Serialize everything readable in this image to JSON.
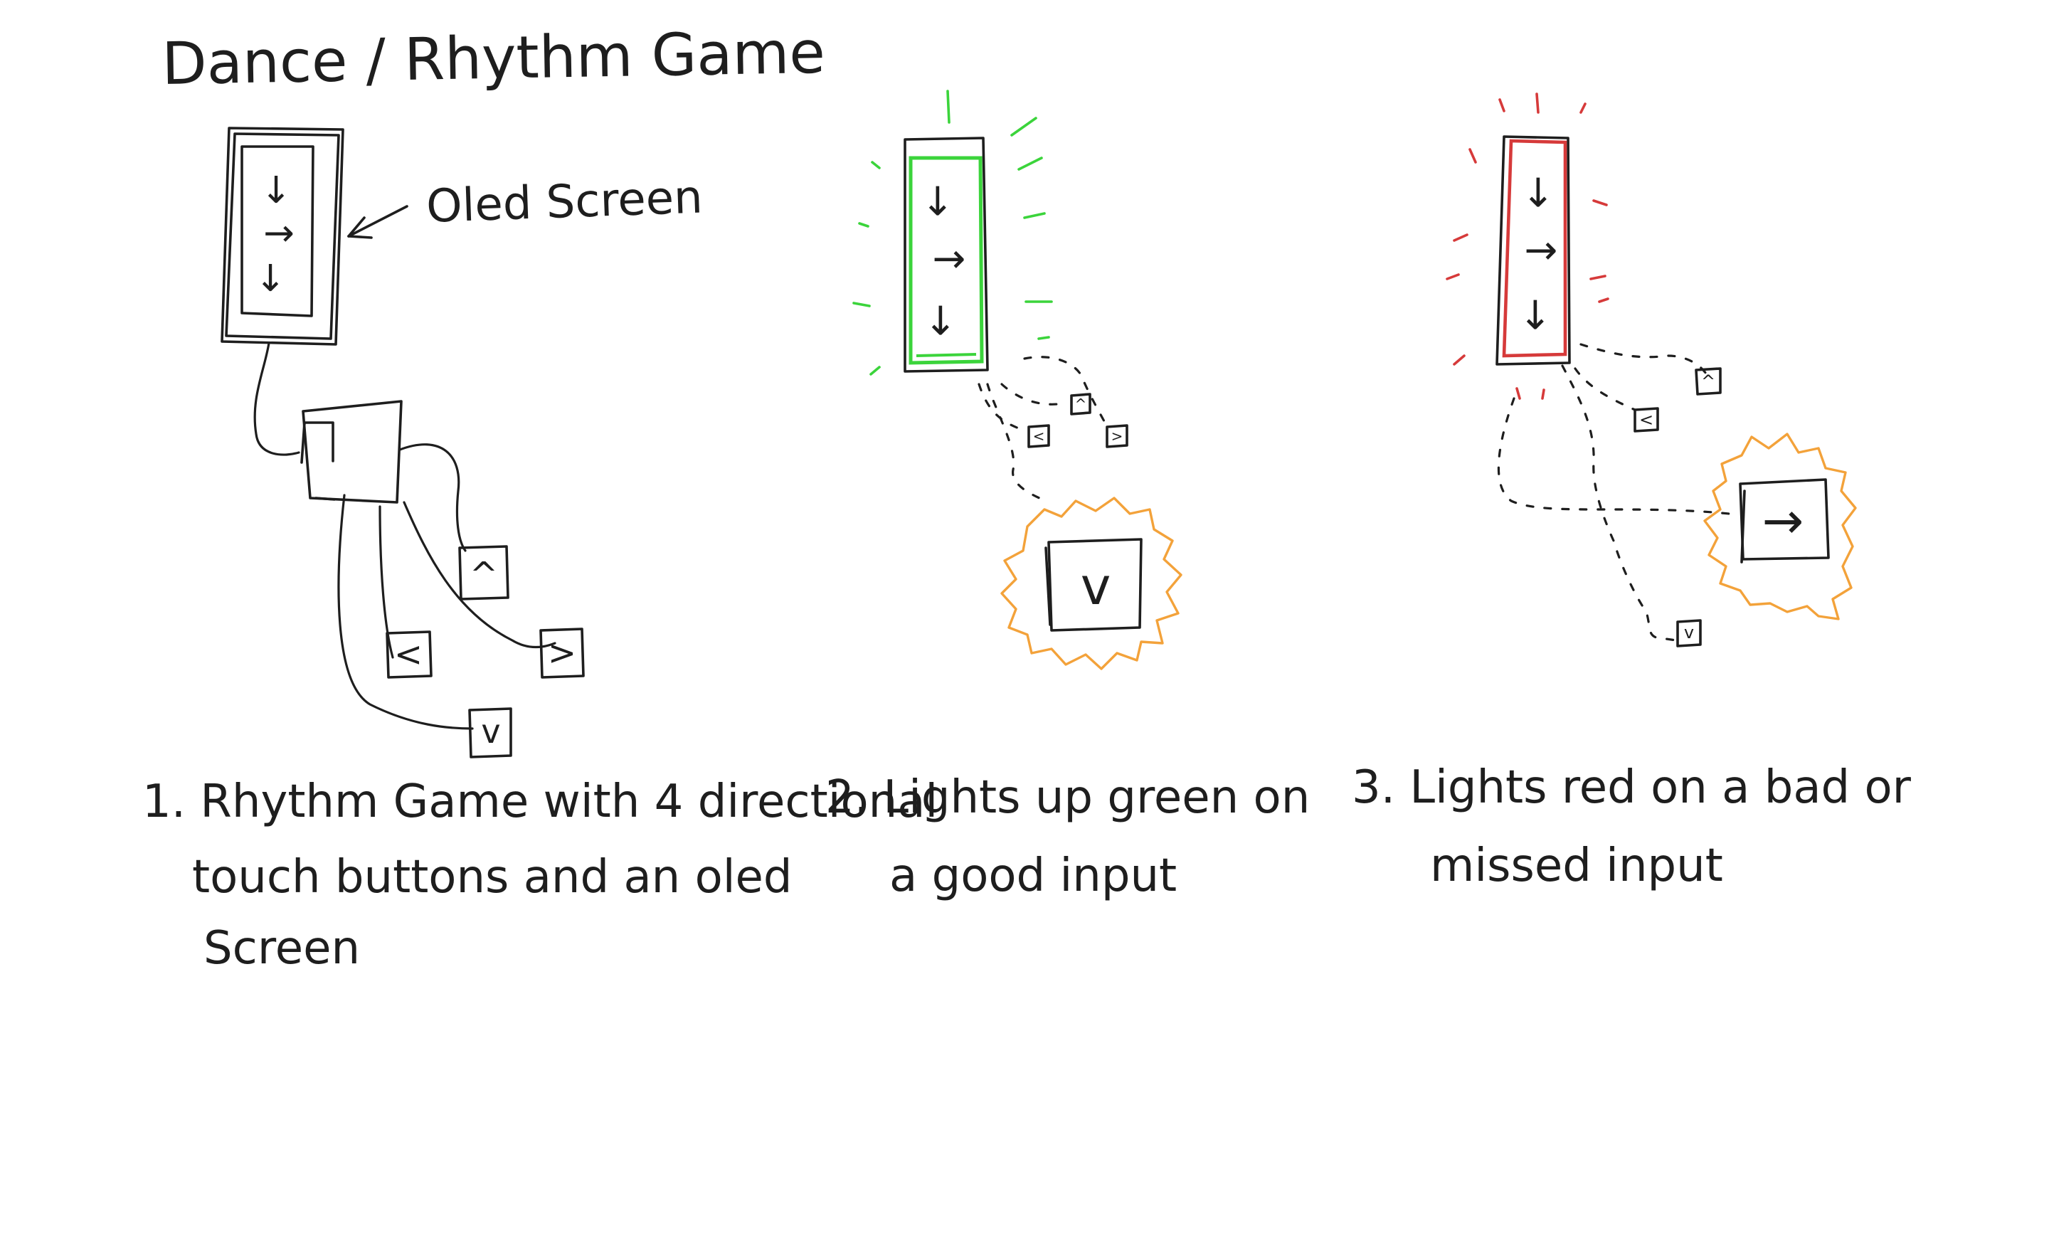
{
  "title": "Dance / Rhythm Game",
  "screen_label": "Oled Screen",
  "colors": {
    "ink": "#1e1e1e",
    "good": "#3bd43b",
    "bad": "#d63a3a",
    "burst": "#f3a23a",
    "background": "#ffffff"
  },
  "panels": [
    {
      "caption_lines": [
        "1.  Rhythm Game with 4 directional",
        "touch buttons  and  an oled",
        "Screen"
      ],
      "screen_arrows": [
        "↓",
        "→",
        "↓"
      ],
      "buttons": [
        "^",
        "<",
        ">",
        "v"
      ]
    },
    {
      "caption_lines": [
        "2.  Lights up green on",
        "a  good input"
      ],
      "screen_arrows": [
        "↓",
        "→",
        "↓"
      ],
      "buttons": [
        "^",
        "<",
        ">",
        "v"
      ],
      "highlight": "green"
    },
    {
      "caption_lines": [
        "3.  Lights  red on a bad or",
        "missed  input"
      ],
      "screen_arrows": [
        "↓",
        "→",
        "↓"
      ],
      "buttons": [
        "^",
        "<",
        "→",
        "v"
      ],
      "highlight": "red"
    }
  ]
}
